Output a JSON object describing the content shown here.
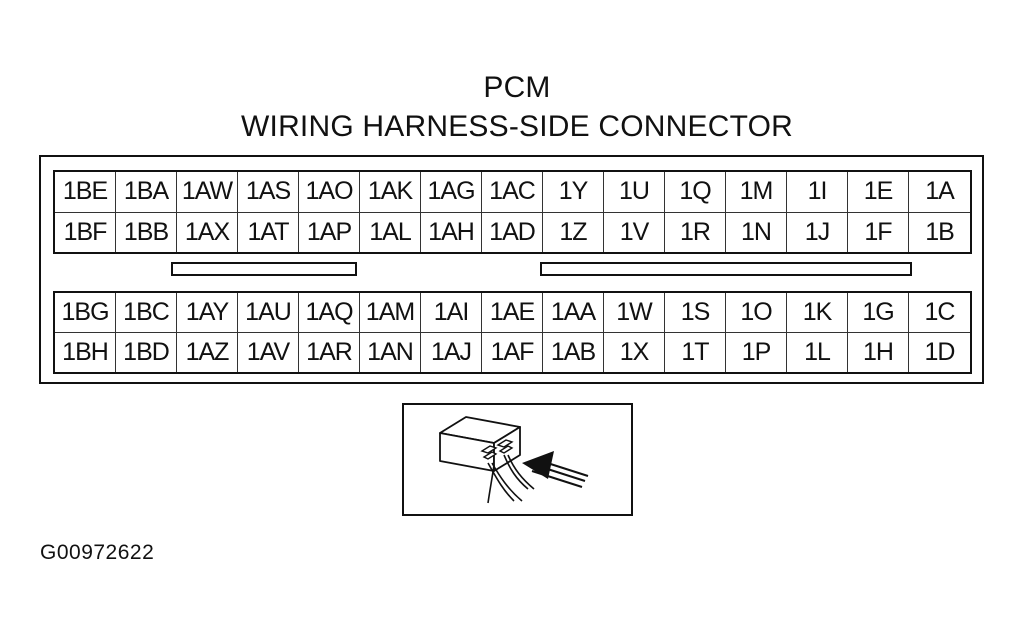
{
  "title": "PCM",
  "subtitle": "WIRING HARNESS-SIDE CONNECTOR",
  "connector": {
    "upper_block": [
      [
        "1BE",
        "1BA",
        "1AW",
        "1AS",
        "1AO",
        "1AK",
        "1AG",
        "1AC",
        "1Y",
        "1U",
        "1Q",
        "1M",
        "1I",
        "1E",
        "1A"
      ],
      [
        "1BF",
        "1BB",
        "1AX",
        "1AT",
        "1AP",
        "1AL",
        "1AH",
        "1AD",
        "1Z",
        "1V",
        "1R",
        "1N",
        "1J",
        "1F",
        "1B"
      ]
    ],
    "lower_block": [
      [
        "1BG",
        "1BC",
        "1AY",
        "1AU",
        "1AQ",
        "1AM",
        "1AI",
        "1AE",
        "1AA",
        "1W",
        "1S",
        "1O",
        "1K",
        "1G",
        "1C"
      ],
      [
        "1BH",
        "1BD",
        "1AZ",
        "1AV",
        "1AR",
        "1AN",
        "1AJ",
        "1AF",
        "1AB",
        "1X",
        "1T",
        "1P",
        "1L",
        "1H",
        "1D"
      ]
    ]
  },
  "inset_icon": "connector-probe-icon",
  "figure_code": "G00972622"
}
